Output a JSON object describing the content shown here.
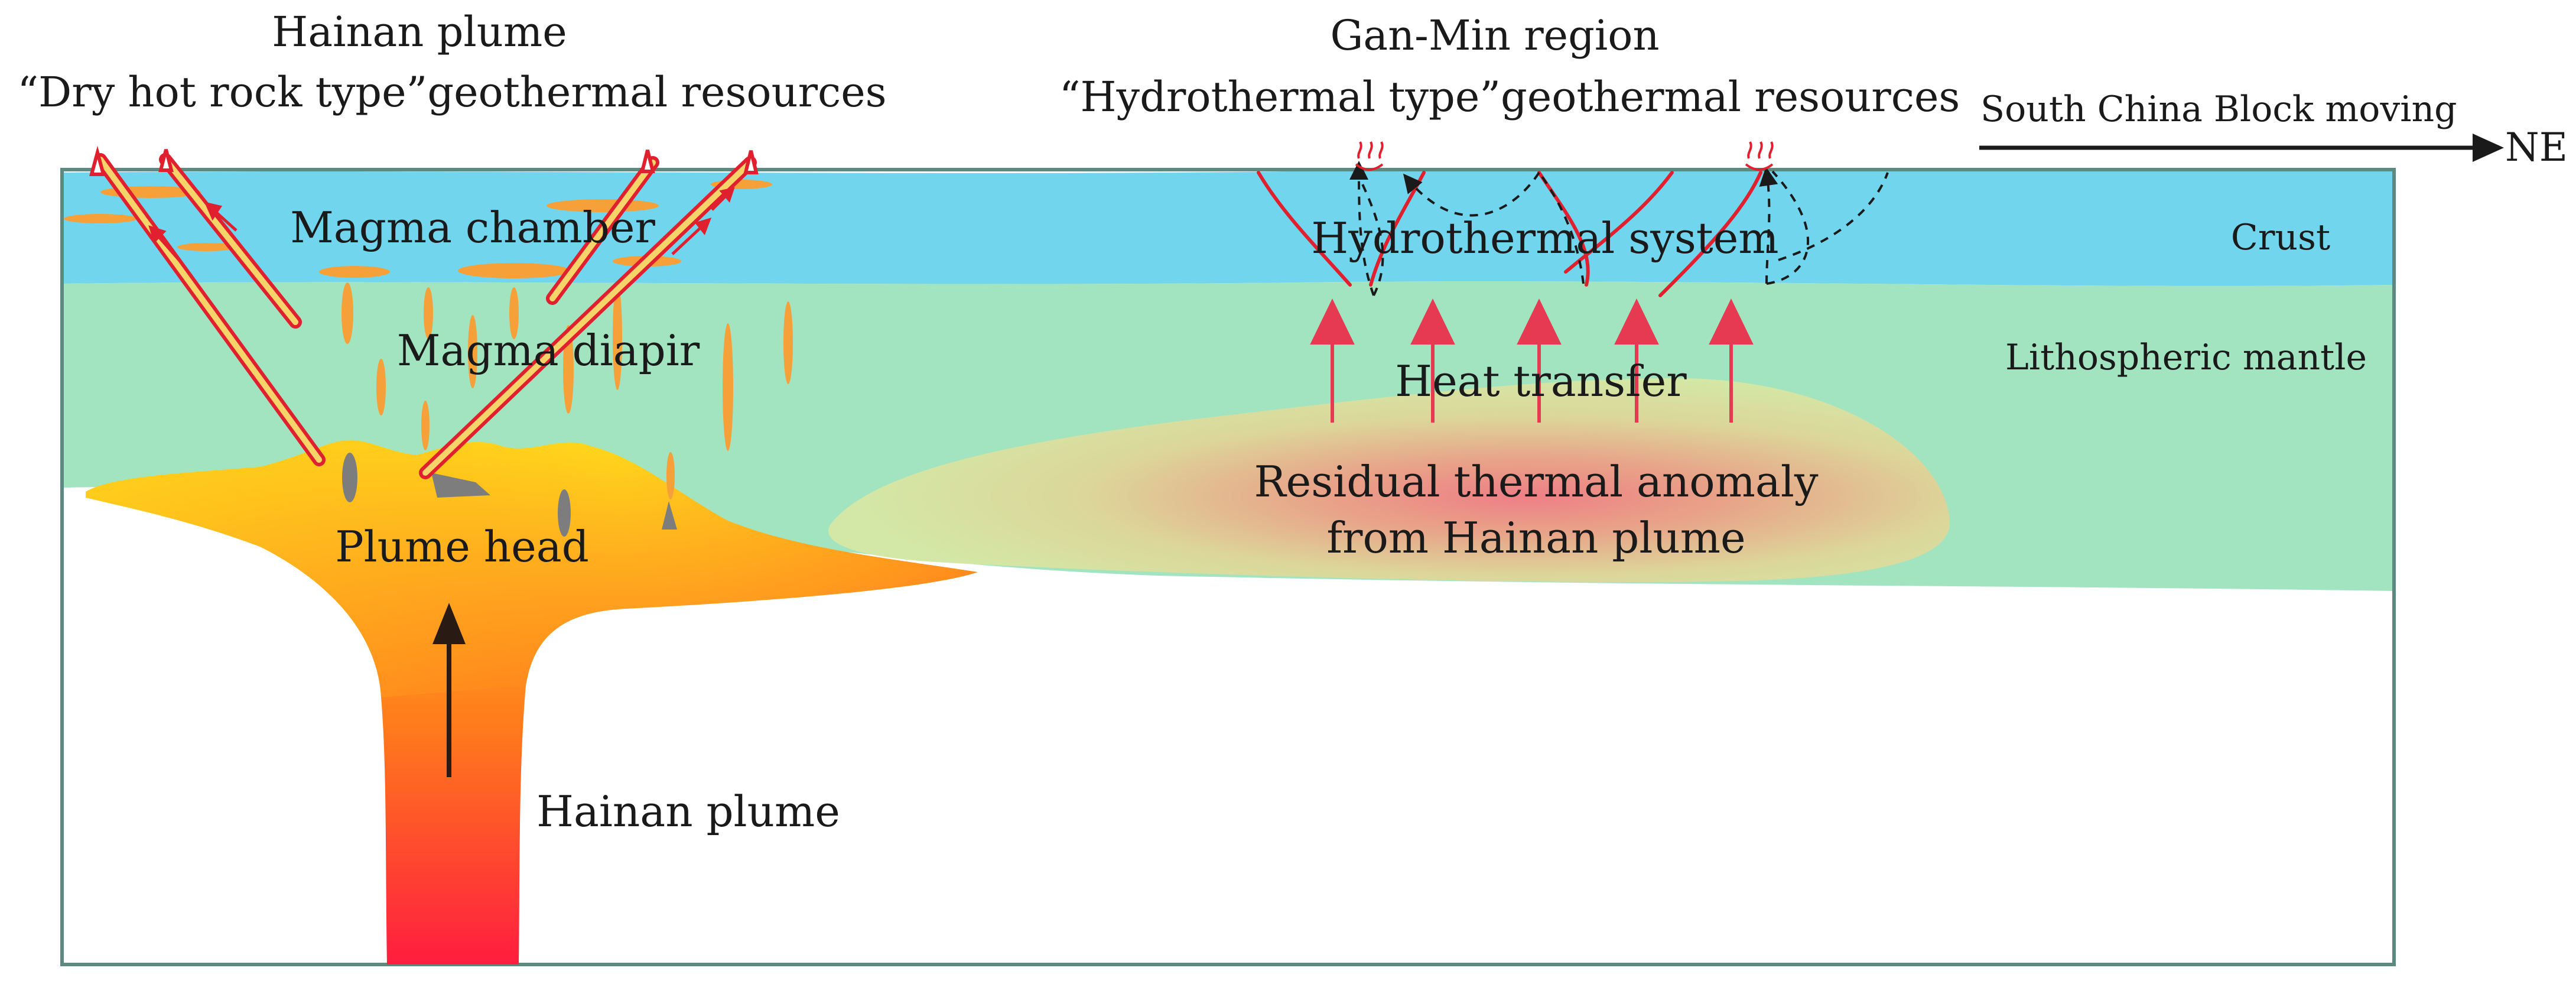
{
  "titles": {
    "left_line1": "Hainan plume",
    "left_line2": "“Dry hot rock type”geothermal resources",
    "right_line1": "Gan-Min region",
    "right_line2": "“Hydrothermal type”geothermal resources"
  },
  "motion": {
    "label": "South China Block moving",
    "direction": "NE"
  },
  "layers": {
    "crust": "Crust",
    "lithospheric_mantle": "Lithospheric mantle"
  },
  "labels": {
    "magma_chamber": "Magma chamber",
    "magma_diapir": "Magma diapir",
    "plume_head": "Plume head",
    "hainan_plume": "Hainan plume",
    "hydrothermal_system": "Hydrothermal system",
    "heat_transfer": "Heat transfer",
    "anomaly_line1": "Residual thermal anomaly",
    "anomaly_line2": "from Hainan plume"
  },
  "colors": {
    "crust": "#72d5ee",
    "mantle": "#a2e3c0",
    "plume_top": "#ffd31c",
    "plume_mid": "#ff8a1c",
    "plume_bottom": "#ff1f3c",
    "fault": "#e0202e",
    "arrow_red": "#e63a52",
    "magma_orange": "#f6a03a",
    "frame": "#5d8a80"
  },
  "icons": {
    "volcano": "volcano-icon",
    "hot_spring": "hot-spring-icon"
  }
}
